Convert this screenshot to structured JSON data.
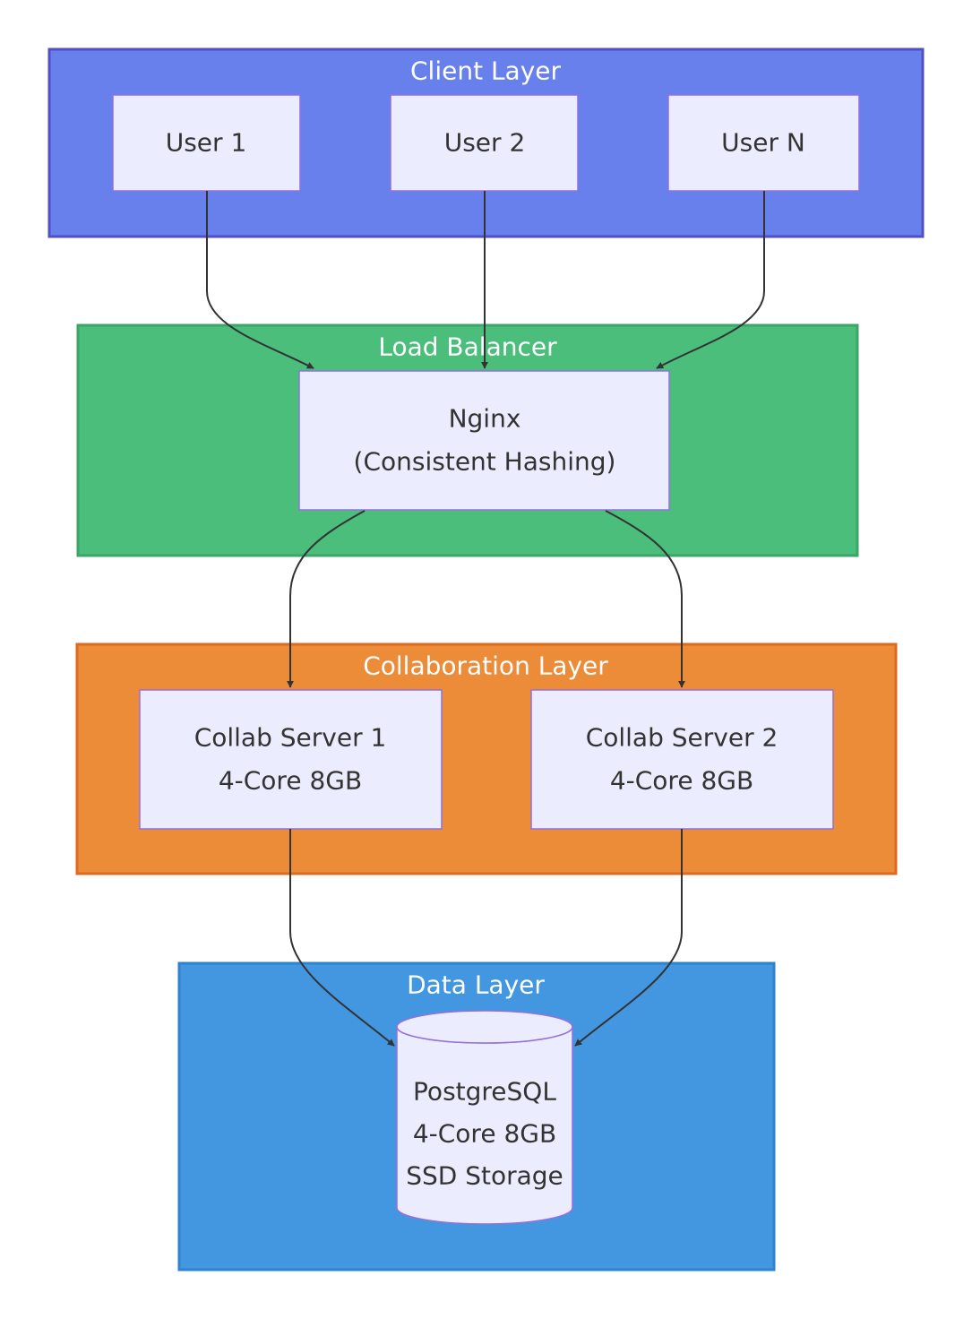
{
  "colors": {
    "client_fill": "#6880EB",
    "client_stroke": "#4F4FC8",
    "lb_fill": "#4ABE7A",
    "lb_stroke": "#3BA668",
    "collab_fill": "#EC8B38",
    "collab_stroke": "#DE6A22",
    "data_fill": "#4397E0",
    "data_stroke": "#2F82CF",
    "node_fill": "#ECECFF",
    "node_stroke": "#9370DB",
    "edge": "#333333"
  },
  "clusters": {
    "client": {
      "title": "Client Layer"
    },
    "load_balancer": {
      "title": "Load Balancer"
    },
    "collaboration": {
      "title": "Collaboration Layer"
    },
    "data": {
      "title": "Data Layer"
    }
  },
  "nodes": {
    "user1": {
      "label": "User 1"
    },
    "user2": {
      "label": "User 2"
    },
    "userN": {
      "label": "User N"
    },
    "nginx": {
      "lines": [
        "Nginx",
        "(Consistent Hashing)"
      ]
    },
    "collab1": {
      "lines": [
        "Collab Server 1",
        "4-Core 8GB"
      ]
    },
    "collab2": {
      "lines": [
        "Collab Server 2",
        "4-Core 8GB"
      ]
    },
    "postgres": {
      "lines": [
        "PostgreSQL",
        "4-Core 8GB",
        "SSD Storage"
      ]
    }
  },
  "edges": [
    {
      "from": "User 1",
      "to": "Nginx"
    },
    {
      "from": "User 2",
      "to": "Nginx"
    },
    {
      "from": "User N",
      "to": "Nginx"
    },
    {
      "from": "Nginx",
      "to": "Collab Server 1"
    },
    {
      "from": "Nginx",
      "to": "Collab Server 2"
    },
    {
      "from": "Collab Server 1",
      "to": "PostgreSQL"
    },
    {
      "from": "Collab Server 2",
      "to": "PostgreSQL"
    }
  ]
}
